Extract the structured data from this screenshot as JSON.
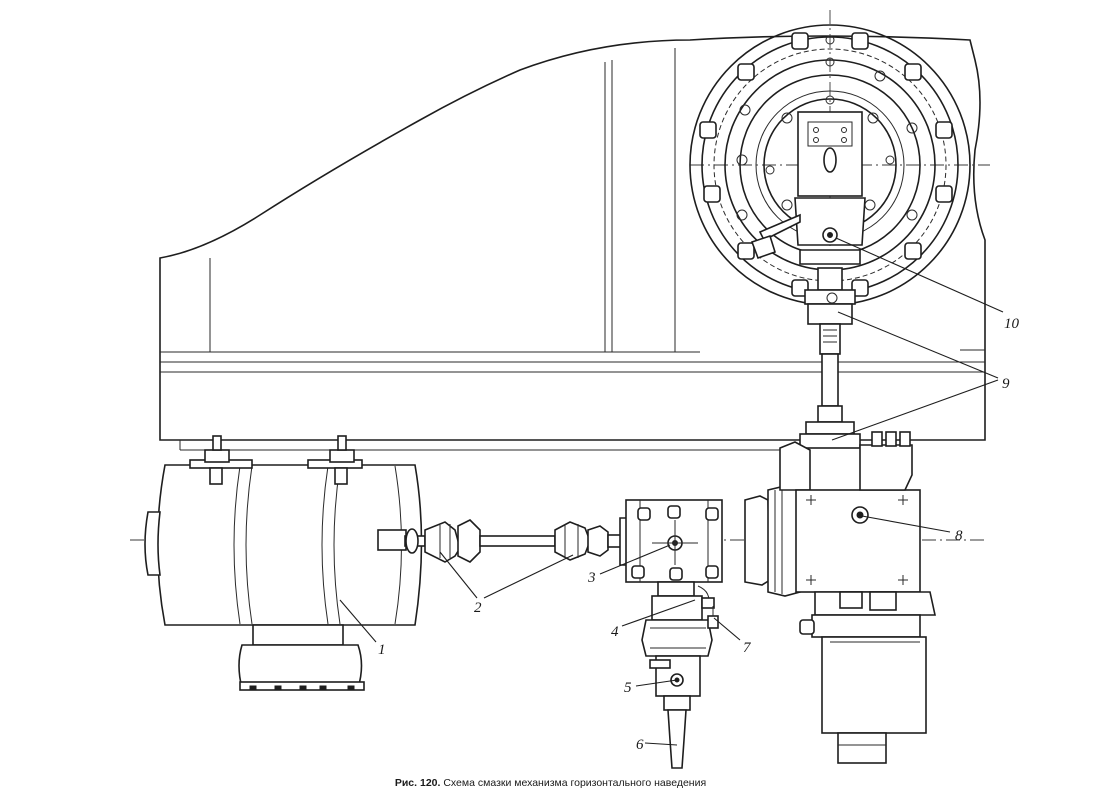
{
  "caption": {
    "figure_label": "Рис. 120.",
    "text": "Схема смазки механизма горизонтального наведения"
  },
  "callouts": [
    {
      "id": "1",
      "label": "1"
    },
    {
      "id": "2",
      "label": "2"
    },
    {
      "id": "3",
      "label": "3"
    },
    {
      "id": "4",
      "label": "4"
    },
    {
      "id": "5",
      "label": "5"
    },
    {
      "id": "6",
      "label": "6"
    },
    {
      "id": "7",
      "label": "7"
    },
    {
      "id": "8",
      "label": "8"
    },
    {
      "id": "9",
      "label": "9"
    },
    {
      "id": "10",
      "label": "10"
    }
  ]
}
